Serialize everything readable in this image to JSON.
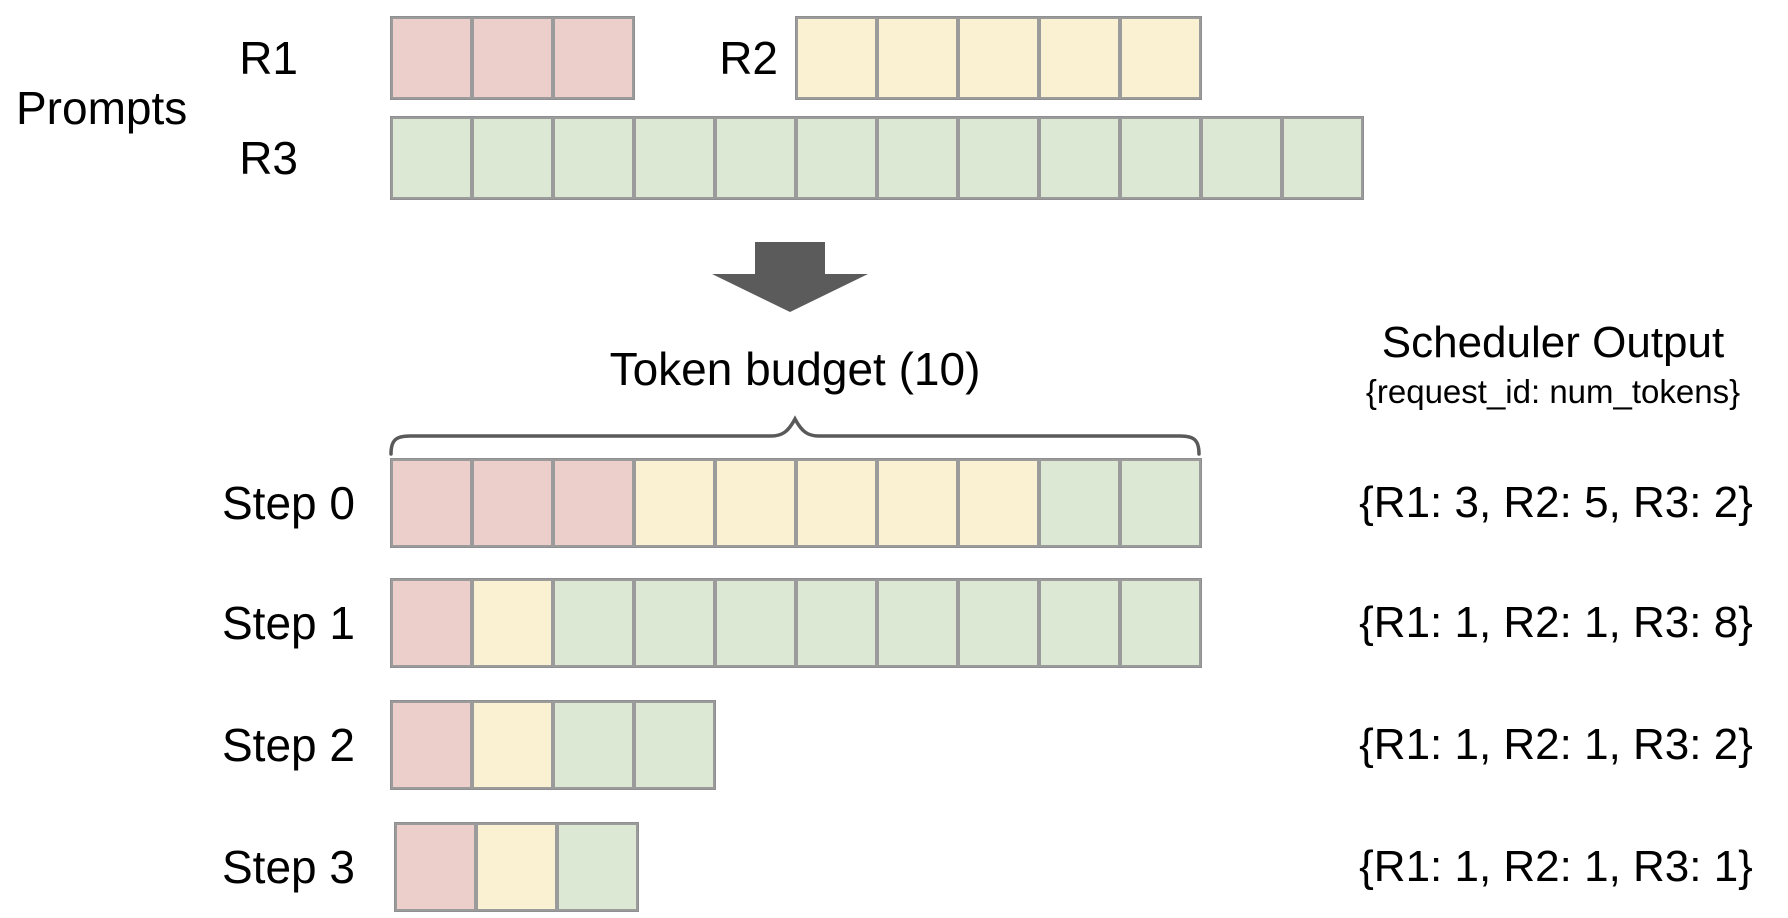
{
  "colors": {
    "request_r1": "#eccecb",
    "request_r2": "#faf0d2",
    "request_r3": "#dce8d4",
    "cell_border": "#9b9b9b",
    "outer_border": "#8f8f8f",
    "arrow": "#5b5b5b",
    "brace": "#595959",
    "text": "#000000",
    "background": "#ffffff"
  },
  "prompts_section": {
    "label": "Prompts",
    "rows": [
      {
        "label": "R1",
        "segments": [
          {
            "color": "request_r1",
            "cells": 3
          }
        ]
      },
      {
        "label": "R2",
        "segments": [
          {
            "color": "request_r2",
            "cells": 5
          }
        ]
      },
      {
        "label": "R3",
        "segments": [
          {
            "color": "request_r3",
            "cells": 12
          }
        ]
      }
    ]
  },
  "flow_arrow_icon": "down-block-arrow",
  "token_budget": {
    "label": "Token budget (10)",
    "value": 10
  },
  "scheduler_output": {
    "title": "Scheduler Output",
    "subtitle": "{request_id: num_tokens}"
  },
  "steps": [
    {
      "label": "Step 0",
      "segments": [
        {
          "color": "request_r1",
          "cells": 3
        },
        {
          "color": "request_r2",
          "cells": 5
        },
        {
          "color": "request_r3",
          "cells": 2
        }
      ],
      "output": "{R1: 3, R2: 5, R3: 2}"
    },
    {
      "label": "Step 1",
      "segments": [
        {
          "color": "request_r1",
          "cells": 1
        },
        {
          "color": "request_r2",
          "cells": 1
        },
        {
          "color": "request_r3",
          "cells": 8
        }
      ],
      "output": "{R1: 1, R2: 1, R3: 8}"
    },
    {
      "label": "Step 2",
      "segments": [
        {
          "color": "request_r1",
          "cells": 1
        },
        {
          "color": "request_r2",
          "cells": 1
        },
        {
          "color": "request_r3",
          "cells": 2
        }
      ],
      "output": "{R1: 1, R2: 1, R3: 2}"
    },
    {
      "label": "Step 3",
      "segments": [
        {
          "color": "request_r1",
          "cells": 1
        },
        {
          "color": "request_r2",
          "cells": 1
        },
        {
          "color": "request_r3",
          "cells": 1
        }
      ],
      "output": "{R1: 1, R2: 1, R3: 1}"
    }
  ]
}
